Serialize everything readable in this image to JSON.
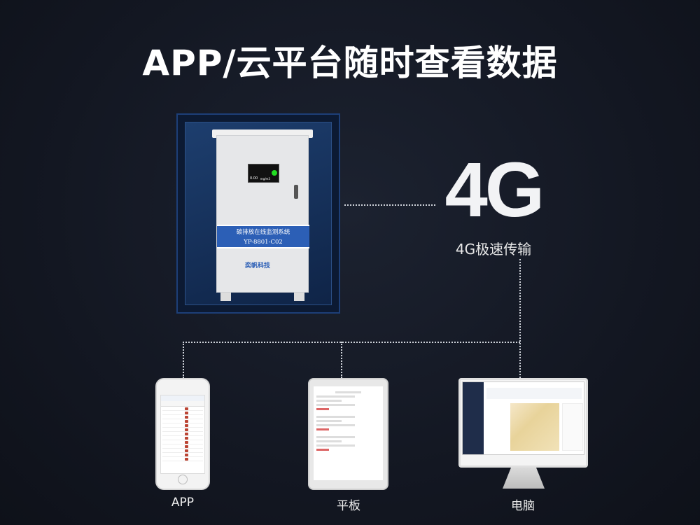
{
  "title": "APP/云平台随时查看数据",
  "cabinet": {
    "name": "碳排放在线监测系统",
    "model": "YP-8801-C02",
    "brand": "奕帆科技",
    "screen_value": "0.00",
    "screen_unit": "mg/m3"
  },
  "transmission": {
    "big": "4G",
    "label": "4G极速传输"
  },
  "devices": [
    {
      "label": "APP"
    },
    {
      "label": "平板"
    },
    {
      "label": "电脑"
    }
  ],
  "colors": {
    "background": "#131722",
    "band": "#2c5fb6",
    "frame": "#1d3f78"
  }
}
